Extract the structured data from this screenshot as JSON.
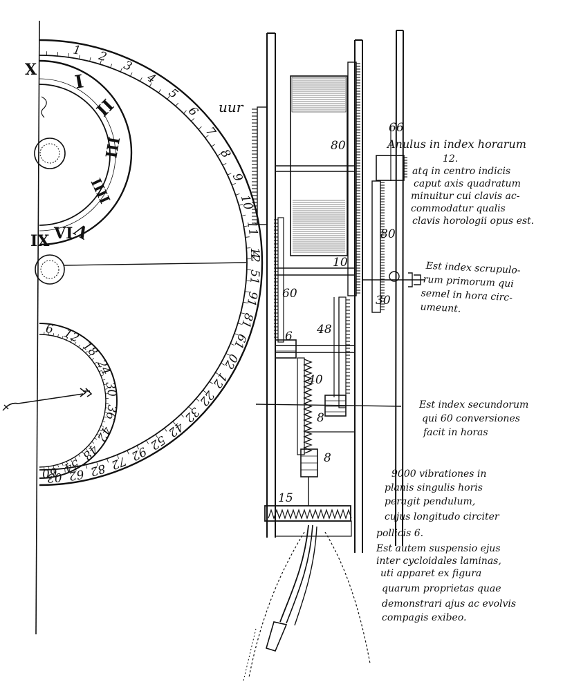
{
  "dial": {
    "x_label": "X",
    "ix_label": "IX",
    "roman_visible": [
      "I",
      "II",
      "III",
      "IIII",
      "V",
      "VI"
    ],
    "hour_ring": [
      "1",
      "2",
      "3",
      "4",
      "5",
      "6",
      "7",
      "8",
      "9",
      "10",
      "11",
      "12"
    ],
    "uur_label": "uur",
    "minute_ring": [
      "4",
      "51",
      "91",
      "81",
      "61",
      "02",
      "12",
      "22",
      "32",
      "42",
      "52",
      "92",
      "72",
      "82",
      "62",
      "03"
    ],
    "seconds_ring": [
      "6",
      "12",
      "18",
      "24",
      "30",
      "36",
      "42",
      "48",
      "54",
      "60"
    ]
  },
  "gears": {
    "g66": "66",
    "g80_top": "80",
    "g80_right": "80",
    "g60": "60",
    "g30": "30",
    "g10": "10",
    "g48": "48",
    "g6": "6",
    "g40": "40",
    "g8_a": "8",
    "g8_b": "8",
    "g15": "15"
  },
  "notes": {
    "note1": [
      "Anulus in index horarum",
      "12.",
      "atq in centro indicis",
      "caput axis quadratum",
      "minuitur cui clavis ac-",
      "commodatur qualis",
      "clavis horologii opus est."
    ],
    "note2": [
      "Est index scrupulo-",
      "rum primorum qui",
      "semel in hora circ-",
      "umeunt."
    ],
    "note3": [
      "Est index secundorum",
      "qui 60 conversiones",
      "facit in horas"
    ],
    "note4": [
      "9000 vibrationes in",
      "planis singulis horis",
      "peragit pendulum,",
      "cujus longitudo circiter",
      "pollicis 6.",
      "Est autem suspensio ejus",
      "inter cycloidales laminas,",
      "uti apparet ex figura",
      "quarum proprietas quae",
      "demonstrari ajus ac evolvis",
      "compagis exibeo."
    ]
  }
}
